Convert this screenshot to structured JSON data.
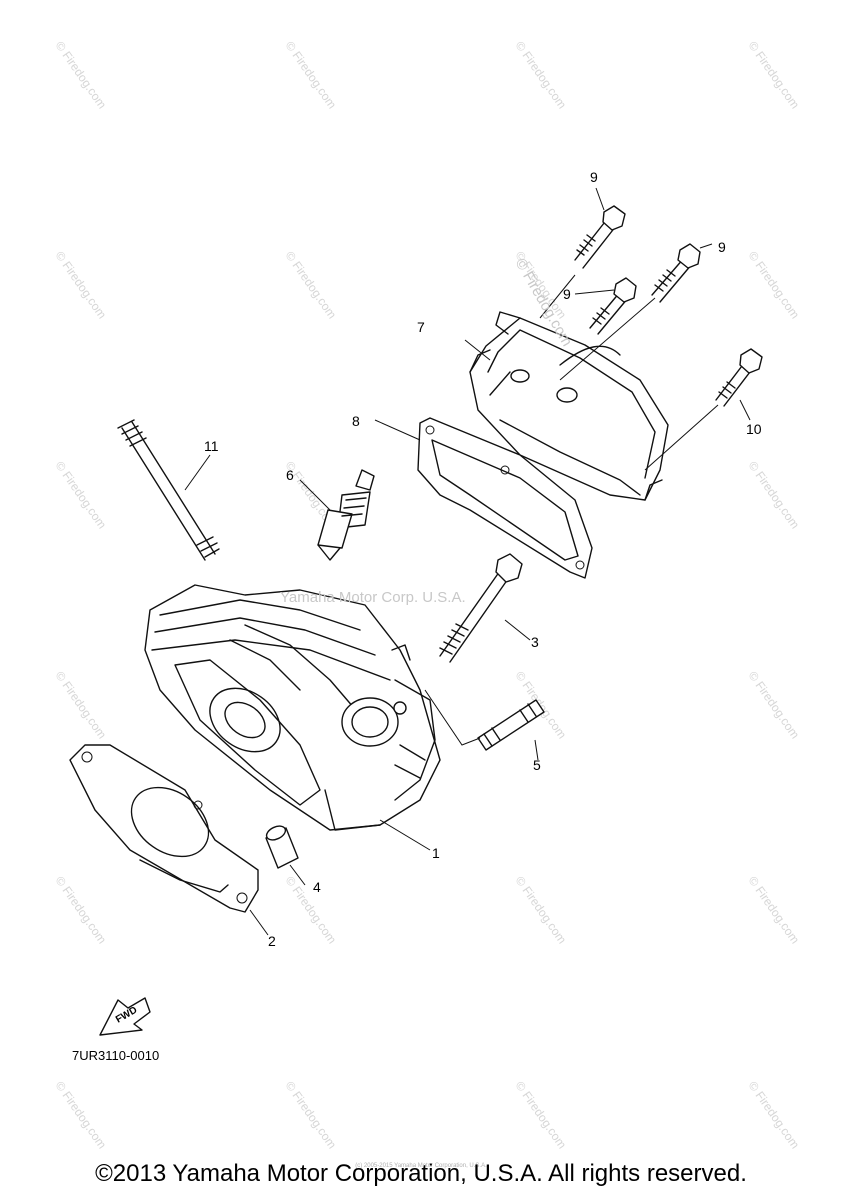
{
  "watermark": {
    "text": "© Firedog.com",
    "center_text": "Yamaha Motor Corp. U.S.A.",
    "color": "#d0d0d0"
  },
  "callouts": {
    "p1": "1",
    "p2": "2",
    "p3": "3",
    "p4": "4",
    "p5": "5",
    "p6": "6",
    "p7": "7",
    "p8": "8",
    "p9a": "9",
    "p9b": "9",
    "p9c": "9",
    "p10": "10",
    "p11": "11"
  },
  "fwd_label": "FWD",
  "diagram_code": "7UR3110-0010",
  "footer": {
    "copyright": "©2013 Yamaha Motor Corporation, U.S.A. All rights reserved.",
    "tiny_text": "(c) 2005-2015 Yamaha Motor Corporation, U.S.A."
  }
}
